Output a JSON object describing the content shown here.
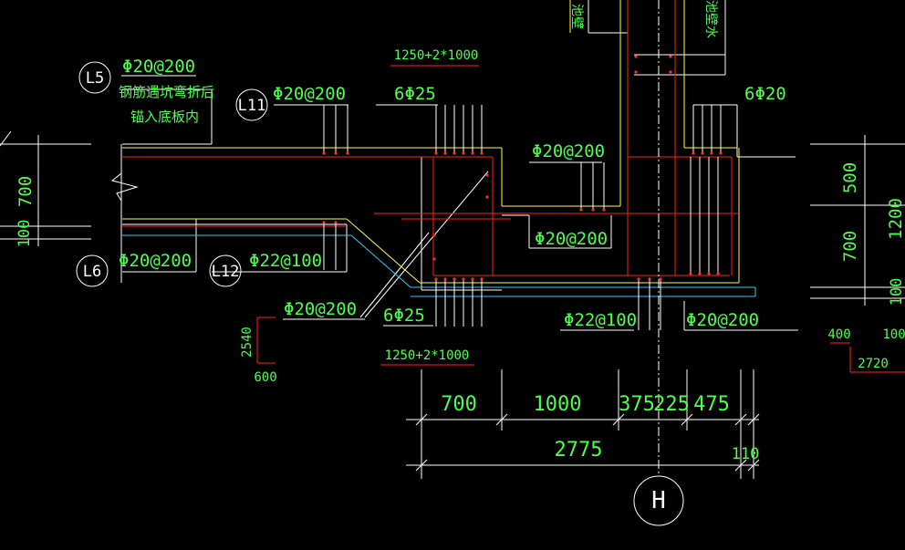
{
  "colors": {
    "background": "#000000",
    "text": "#4cff4c",
    "outline": "#ffffff",
    "rebar": "#ff2020",
    "slab_edge": "#ffff33",
    "extra_bar": "#33ccee"
  },
  "labels": {
    "formula_top": "1250+2*1000",
    "formula_bottom": "1250+2*1000",
    "l5_spec": "Φ20@200",
    "l5_note_line1": "钢筋遇坑弯折后",
    "l5_note_line2": "锚入底板内",
    "l11_spec": "Φ20@200",
    "pit_top_bars": "6Φ25",
    "wall_right_bars": "6Φ20",
    "wall_inner_spec": "Φ20@200",
    "pit_bottom_spec": "Φ20@200",
    "l6_spec": "Φ20@200",
    "l12_spec": "Φ22@100",
    "diag_spec": "Φ20@200",
    "pit_bottom_bars": "6Φ25",
    "wall_bottom_spec": "Φ22@100",
    "right_bottom_spec": "Φ20@200",
    "left_dim_700": "700",
    "left_dim_100": "100",
    "small_dim_2540": "2540",
    "small_dim_600": "600",
    "right_dim_500": "500",
    "right_dim_700": "700",
    "right_dim_1200": "1200",
    "right_dim_100": "100",
    "right_dim_400": "400",
    "right_dim_100b": "100",
    "right_dim_2720": "2720",
    "wall_text_left": "池壁",
    "wall_text_right": "池壁水"
  },
  "callouts": [
    "L5",
    "L11",
    "L6",
    "L12"
  ],
  "axis_label": "H",
  "dimensions": {
    "segments": [
      "700",
      "1000",
      "375",
      "225",
      "475"
    ],
    "total": "2775",
    "offset": "110"
  }
}
